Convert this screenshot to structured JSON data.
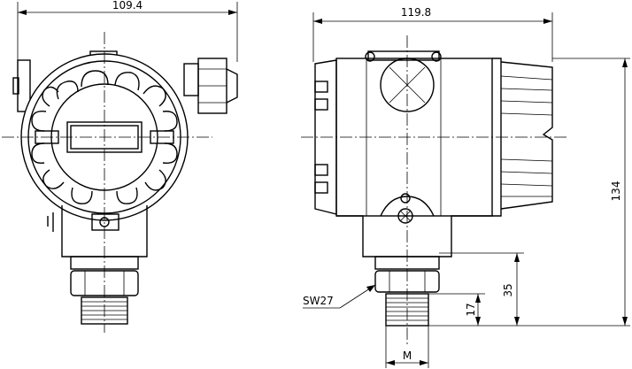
{
  "dimensions": {
    "front_width": "109.4",
    "side_width": "119.8",
    "overall_height": "134",
    "hex_to_bottom": "35",
    "thread_length": "17",
    "thread_label": "M",
    "wrench_size": "SW27"
  }
}
